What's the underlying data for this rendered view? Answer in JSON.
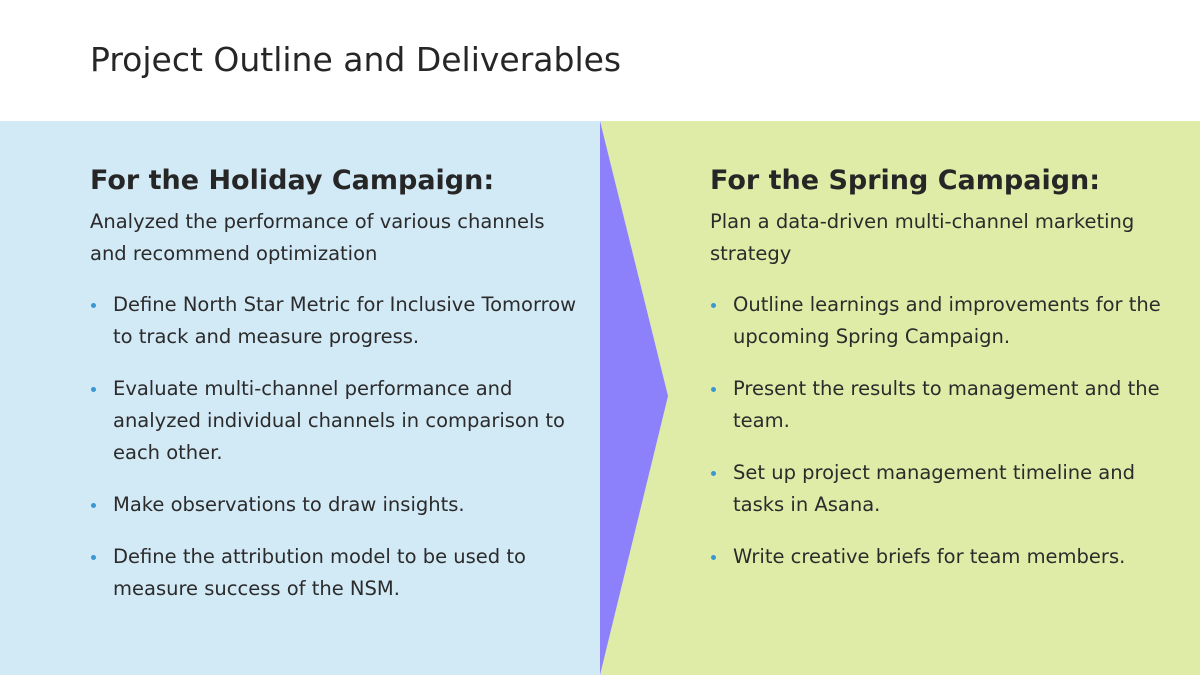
{
  "slide": {
    "title": "Project Outline and Deliverables"
  },
  "colors": {
    "left_panel": "#d2e9f6",
    "right_panel": "#dfeca8",
    "arrow": "#8c80fb",
    "bullet": "#3a97d6"
  },
  "left": {
    "heading": "For the Holiday Campaign:",
    "subtitle": "Analyzed the performance of various channels and recommend optimization",
    "bullets": [
      "Define North Star Metric for Inclusive Tomorrow to track and measure progress.",
      "Evaluate multi-channel performance and analyzed individual channels in comparison to each other.",
      "Make observations to draw insights.",
      "Define the attribution model to be used to measure success of the NSM."
    ]
  },
  "right": {
    "heading": "For the Spring Campaign:",
    "subtitle": "Plan a data-driven multi-channel marketing strategy",
    "bullets": [
      "Outline learnings and improvements for the upcoming Spring Campaign.",
      "Present the results to management and the team.",
      "Set up project management timeline and tasks in Asana.",
      "Write creative briefs for team members."
    ]
  }
}
